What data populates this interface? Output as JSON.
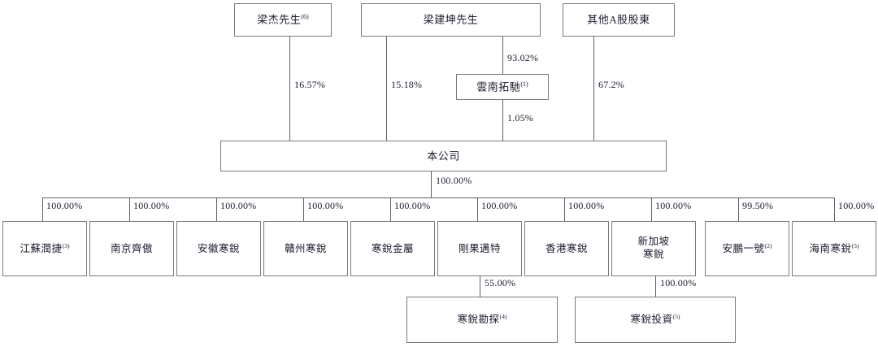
{
  "diagram": {
    "title": "Shareholding structure chart",
    "colors": {
      "box_border": "#7a7a7a",
      "line": "#5f5f6b",
      "text": "#1b1b2e",
      "background": "#ffffff"
    },
    "nodes": {
      "liang_jie": {
        "label": "梁杰先生",
        "note": "(6)"
      },
      "liang_jiankun": {
        "label": "梁建坤先生",
        "note": ""
      },
      "other_a_shareholders": {
        "label": "其他A股股東",
        "note": ""
      },
      "yunnan_tuochi": {
        "label": "雲南拓馳",
        "note": "(1)"
      },
      "company": {
        "label": "本公司",
        "note": ""
      },
      "jiangsu_runjie": {
        "label": "江蘇潤捷",
        "note": "(3)"
      },
      "nanjing_qiao": {
        "label": "南京齊傲",
        "note": ""
      },
      "anhui_hanrui": {
        "label": "安徽寒銳",
        "note": ""
      },
      "ganzhou_hanrui": {
        "label": "贛州寒銳",
        "note": ""
      },
      "hanrui_jinshu": {
        "label": "寒銳金屬",
        "note": ""
      },
      "gangguo_maite": {
        "label": "剛果邁特",
        "note": ""
      },
      "hongkong_hanrui": {
        "label": "香港寒銳",
        "note": ""
      },
      "singapore_hanrui": {
        "label": "新加坡\n寒銳",
        "note": ""
      },
      "anpeng_yihao": {
        "label": "安鵬一號",
        "note": "(2)"
      },
      "hainan_hanrui": {
        "label": "海南寒銳",
        "note": "(5)"
      },
      "hanrui_kantan": {
        "label": "寒銳勘探",
        "note": "(4)"
      },
      "hanrui_touzi": {
        "label": "寒銳投資",
        "note": "(5)"
      }
    },
    "edges": [
      {
        "id": "e-liangjie-company",
        "from": "liang_jie",
        "to": "company",
        "percent": "16.57%"
      },
      {
        "id": "e-liangjiankun-company",
        "from": "liang_jiankun",
        "to": "company",
        "percent": "15.18%"
      },
      {
        "id": "e-liangjiankun-yunnan",
        "from": "liang_jiankun",
        "to": "yunnan_tuochi",
        "percent": "93.02%"
      },
      {
        "id": "e-yunnan-company",
        "from": "yunnan_tuochi",
        "to": "company",
        "percent": "1.05%"
      },
      {
        "id": "e-othera-company",
        "from": "other_a_shareholders",
        "to": "company",
        "percent": "67.2%"
      },
      {
        "id": "e-company-bus",
        "from": "company",
        "to": "subsidiaries",
        "percent": "100.00%"
      },
      {
        "id": "e-bus-jiangsu",
        "from": "company",
        "to": "jiangsu_runjie",
        "percent": "100.00%"
      },
      {
        "id": "e-bus-nanjing",
        "from": "company",
        "to": "nanjing_qiao",
        "percent": "100.00%"
      },
      {
        "id": "e-bus-anhui",
        "from": "company",
        "to": "anhui_hanrui",
        "percent": "100.00%"
      },
      {
        "id": "e-bus-ganzhou",
        "from": "company",
        "to": "ganzhou_hanrui",
        "percent": "100.00%"
      },
      {
        "id": "e-bus-jinshu",
        "from": "company",
        "to": "hanrui_jinshu",
        "percent": "100.00%"
      },
      {
        "id": "e-bus-maite",
        "from": "company",
        "to": "gangguo_maite",
        "percent": "100.00%"
      },
      {
        "id": "e-bus-hongkong",
        "from": "company",
        "to": "hongkong_hanrui",
        "percent": "100.00%"
      },
      {
        "id": "e-bus-singapore",
        "from": "company",
        "to": "singapore_hanrui",
        "percent": "100.00%"
      },
      {
        "id": "e-bus-anpeng",
        "from": "company",
        "to": "anpeng_yihao",
        "percent": "99.50%"
      },
      {
        "id": "e-bus-hainan",
        "from": "company",
        "to": "hainan_hanrui",
        "percent": "100.00%"
      },
      {
        "id": "e-maite-kantan",
        "from": "gangguo_maite",
        "to": "hanrui_kantan",
        "percent": "55.00%"
      },
      {
        "id": "e-singapore-touzi",
        "from": "singapore_hanrui",
        "to": "hanrui_touzi",
        "percent": "100.00%"
      }
    ]
  }
}
